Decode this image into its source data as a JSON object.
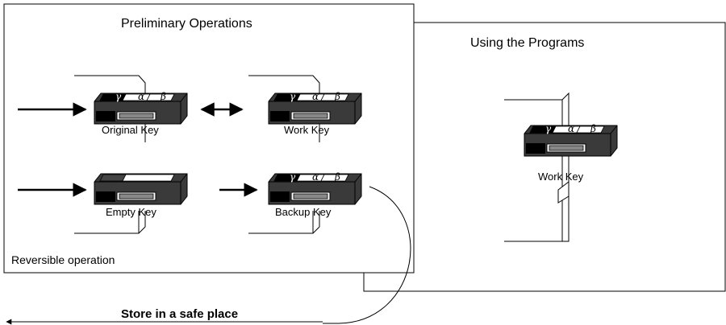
{
  "panels": {
    "preliminary": {
      "title": "Preliminary Operations",
      "note": "Reversible operation"
    },
    "programs": {
      "title": "Using the Programs"
    }
  },
  "keys": {
    "original": "Original Key",
    "work": "Work Key",
    "empty": "Empty Key",
    "backup": "Backup Key",
    "work_in_use": "Work Key"
  },
  "key_face_glyphs": [
    "γ",
    "α",
    "β"
  ],
  "storage_caption": "Store in a safe place"
}
